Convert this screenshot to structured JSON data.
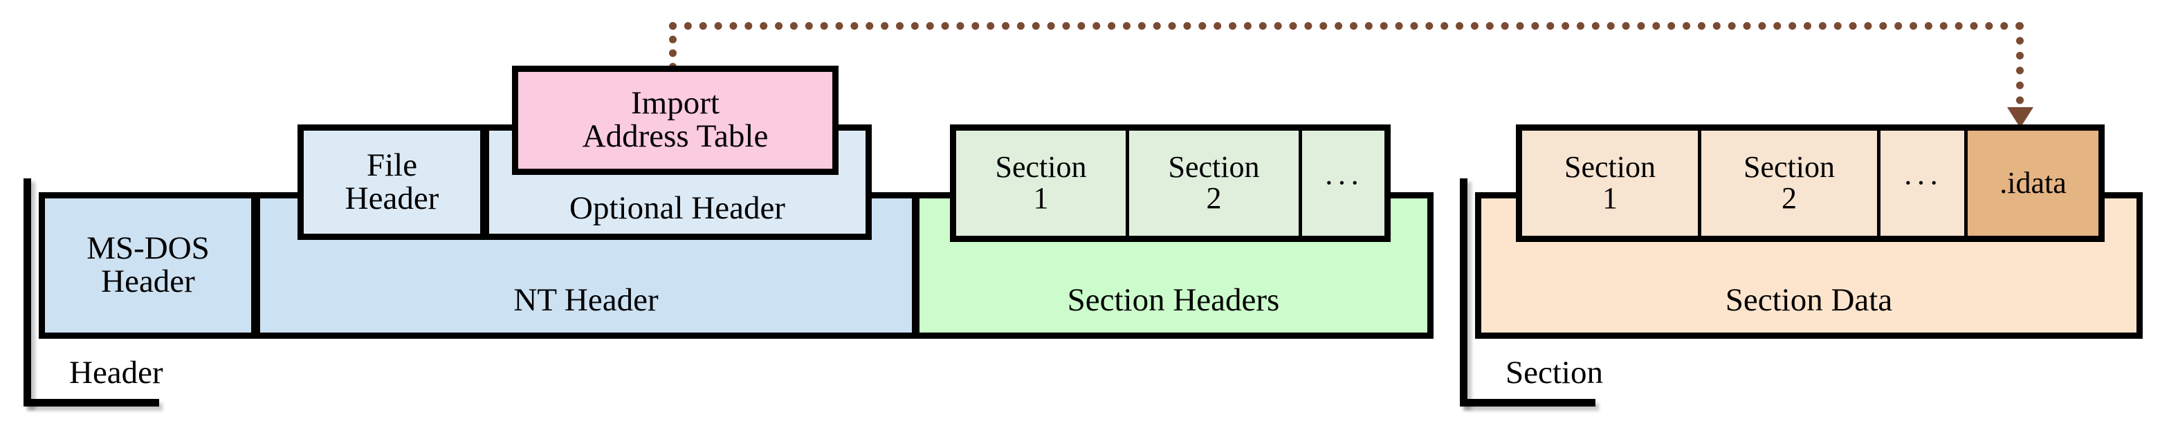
{
  "diagram": {
    "title": "PE file format layout with Import Address Table mapping to .idata section",
    "colors": {
      "msdos_header_fill": "#cce1f2",
      "nt_header_fill": "#cce1f2",
      "sub_header_fill": "#dceaf5",
      "iat_fill": "#fbcbdf",
      "section_headers_fill": "#ccfccc",
      "section_header_item_fill": "#dfefdc",
      "section_data_fill": "#fde5cd",
      "section_data_item_fill": "#f7e4d1",
      "idata_fill": "#e5b483",
      "outline": "#000000",
      "connector": "#7a4a33"
    },
    "header_group": {
      "bracket_label": "Header",
      "msdos": {
        "line1": "MS-DOS",
        "line2": "Header"
      },
      "nt": {
        "label": "NT Header"
      },
      "file_header": {
        "line1": "File",
        "line2": "Header"
      },
      "optional_header": {
        "label": "Optional Header"
      },
      "import_address_table": {
        "line1": "Import",
        "line2": "Address Table"
      }
    },
    "section_headers_group": {
      "label": "Section Headers",
      "items": [
        {
          "line1": "Section",
          "line2": "1"
        },
        {
          "line1": "Section",
          "line2": "2"
        },
        {
          "line1": "",
          "line2": "···"
        }
      ]
    },
    "section_group": {
      "bracket_label": "Section",
      "label": "Section Data",
      "items": [
        {
          "line1": "Section",
          "line2": "1",
          "highlight": false
        },
        {
          "line1": "Section",
          "line2": "2",
          "highlight": false
        },
        {
          "line1": "",
          "line2": "···",
          "highlight": false
        },
        {
          "line1": "",
          "line2": ".idata",
          "highlight": true
        }
      ]
    },
    "connector": {
      "from": "import-address-table",
      "to": "idata",
      "style": "dotted-arrow"
    }
  }
}
